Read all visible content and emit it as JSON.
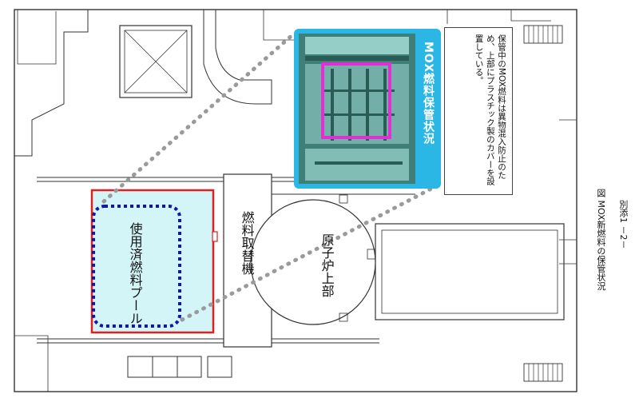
{
  "diagram": {
    "labels": {
      "pool": "使用済燃料プール",
      "fuel_handling_machine": "燃料取替機",
      "reactor_top": "原子炉上部"
    },
    "inset": {
      "title": "MOX燃料保管状況"
    },
    "note": "保管中のMOX燃料は異物混入防止のため、上部にプラスチック製のカバーを設置している。",
    "caption": "図 MOX新燃料の保管状況",
    "page_number": "別添1 －2－",
    "colors": {
      "pool_border": "#e02020",
      "pool_fill": "#d4f5f7",
      "mox_dotted": "#1515a8",
      "inset_frame": "#2bb7e6",
      "magenta_highlight": "#e22fd3",
      "connector_dots": "#9a9a9a"
    }
  }
}
